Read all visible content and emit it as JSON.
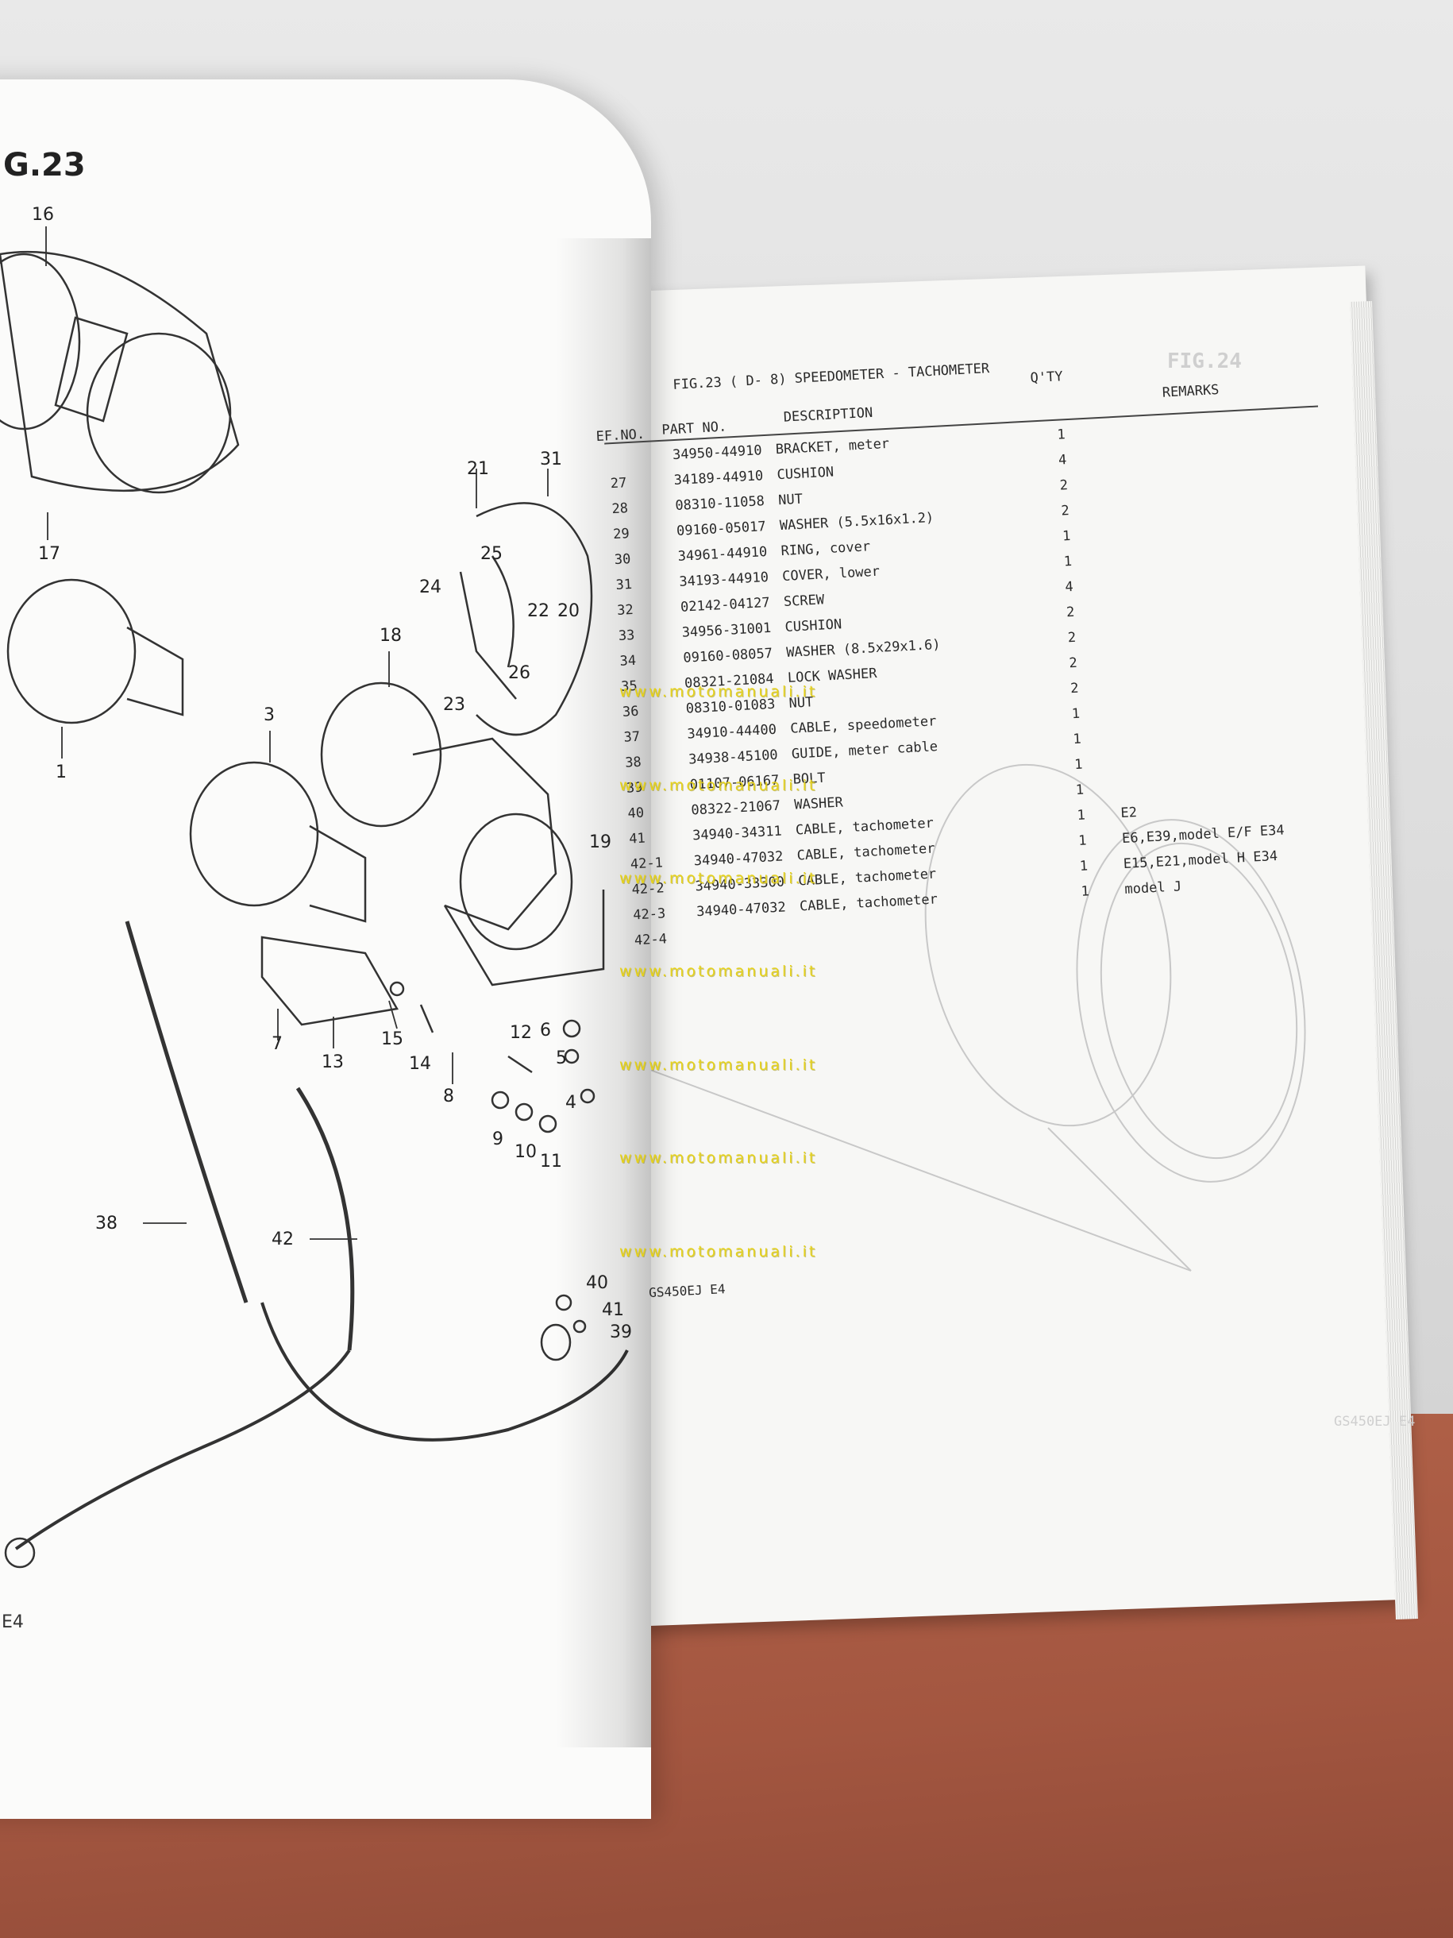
{
  "left_page": {
    "fig_label": "G.23",
    "footer": "E4",
    "callouts": [
      {
        "id": "16"
      },
      {
        "id": "17"
      },
      {
        "id": "1"
      },
      {
        "id": "3"
      },
      {
        "id": "18"
      },
      {
        "id": "21"
      },
      {
        "id": "31"
      },
      {
        "id": "25"
      },
      {
        "id": "24"
      },
      {
        "id": "22"
      },
      {
        "id": "20"
      },
      {
        "id": "26"
      },
      {
        "id": "23"
      },
      {
        "id": "19"
      },
      {
        "id": "7"
      },
      {
        "id": "13"
      },
      {
        "id": "15"
      },
      {
        "id": "14"
      },
      {
        "id": "12"
      },
      {
        "id": "6"
      },
      {
        "id": "5"
      },
      {
        "id": "8"
      },
      {
        "id": "4"
      },
      {
        "id": "9"
      },
      {
        "id": "10"
      },
      {
        "id": "11"
      },
      {
        "id": "38"
      },
      {
        "id": "42"
      },
      {
        "id": "40"
      },
      {
        "id": "41"
      },
      {
        "id": "39"
      }
    ]
  },
  "parts_list": {
    "title": "FIG.23 (  D- 8) SPEEDOMETER - TACHOMETER",
    "header": {
      "ref": "EF.NO.",
      "part": "PART NO.",
      "desc": "DESCRIPTION",
      "qty": "Q'TY",
      "remarks": "REMARKS"
    },
    "rows": [
      {
        "ref": "",
        "part": "34950-44910",
        "desc": "BRACKET, meter",
        "qty": "1",
        "remarks": ""
      },
      {
        "ref": "27",
        "part": "34189-44910",
        "desc": "CUSHION",
        "qty": "4",
        "remarks": ""
      },
      {
        "ref": "28",
        "part": "08310-11058",
        "desc": "NUT",
        "qty": "2",
        "remarks": ""
      },
      {
        "ref": "29",
        "part": "09160-05017",
        "desc": "WASHER (5.5x16x1.2)",
        "qty": "2",
        "remarks": ""
      },
      {
        "ref": "30",
        "part": "34961-44910",
        "desc": "RING, cover",
        "qty": "1",
        "remarks": ""
      },
      {
        "ref": "31",
        "part": "34193-44910",
        "desc": "COVER, lower",
        "qty": "1",
        "remarks": ""
      },
      {
        "ref": "32",
        "part": "02142-04127",
        "desc": "SCREW",
        "qty": "4",
        "remarks": ""
      },
      {
        "ref": "33",
        "part": "34956-31001",
        "desc": "CUSHION",
        "qty": "2",
        "remarks": ""
      },
      {
        "ref": "34",
        "part": "09160-08057",
        "desc": "WASHER (8.5x29x1.6)",
        "qty": "2",
        "remarks": ""
      },
      {
        "ref": "35",
        "part": "08321-21084",
        "desc": "LOCK WASHER",
        "qty": "2",
        "remarks": ""
      },
      {
        "ref": "36",
        "part": "08310-01083",
        "desc": "NUT",
        "qty": "2",
        "remarks": ""
      },
      {
        "ref": "37",
        "part": "34910-44400",
        "desc": "CABLE, speedometer",
        "qty": "1",
        "remarks": ""
      },
      {
        "ref": "38",
        "part": "34938-45100",
        "desc": "GUIDE, meter cable",
        "qty": "1",
        "remarks": ""
      },
      {
        "ref": "39",
        "part": "01107-06167",
        "desc": "BOLT",
        "qty": "1",
        "remarks": ""
      },
      {
        "ref": "40",
        "part": "08322-21067",
        "desc": "WASHER",
        "qty": "1",
        "remarks": ""
      },
      {
        "ref": "41",
        "part": "34940-34311",
        "desc": "CABLE, tachometer",
        "qty": "1",
        "remarks": "E2"
      },
      {
        "ref": "42-1",
        "part": "34940-47032",
        "desc": "CABLE, tachometer",
        "qty": "1",
        "remarks": "E6,E39,model E/F E34"
      },
      {
        "ref": "42-2",
        "part": "34940-33300",
        "desc": "CABLE, tachometer",
        "qty": "1",
        "remarks": "E15,E21,model H E34"
      },
      {
        "ref": "42-3",
        "part": "34940-47032",
        "desc": "CABLE, tachometer",
        "qty": "1",
        "remarks": "model J"
      },
      {
        "ref": "42-4",
        "part": "",
        "desc": "",
        "qty": "",
        "remarks": ""
      }
    ],
    "footer": "GS450EJ E4"
  },
  "watermark": {
    "text": "www.motomanuali.it",
    "color": "#e6d21a"
  }
}
